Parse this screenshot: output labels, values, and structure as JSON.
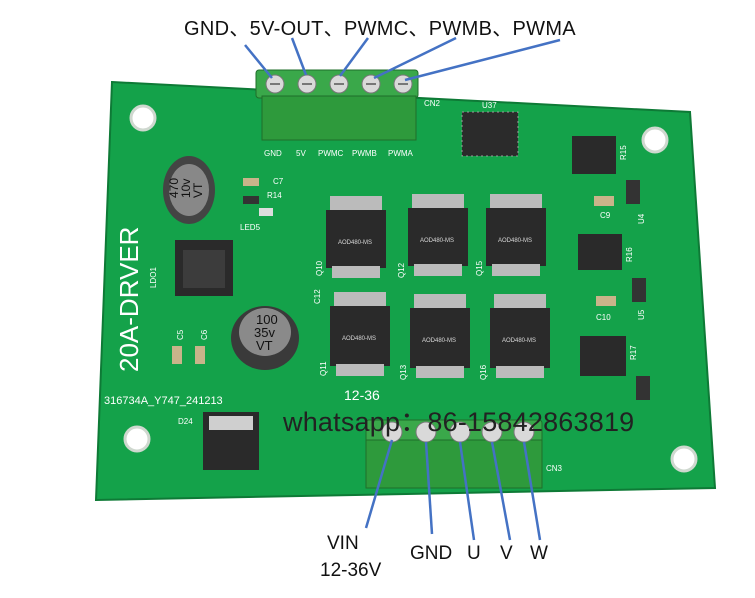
{
  "top_label_line": "GND、5V-OUT、PWMC、PWMB、PWMA",
  "board": {
    "title_silk": "20A-DRVER",
    "serial_silk": "316734A_Y747_241213",
    "cn2_pins": [
      "GND",
      "5V",
      "PWMC",
      "PWMB",
      "PWMA"
    ],
    "cn2_ref": "CN2",
    "cn3_ref": "CN3",
    "cn3_silk": "12-36",
    "ic_ref": "U37",
    "refs": [
      "C7",
      "R14",
      "LED5",
      "LDO1",
      "C5",
      "C6",
      "C12",
      "D24",
      "R15",
      "C9",
      "U4",
      "R16",
      "C10",
      "U5",
      "R17",
      "Q10",
      "Q11",
      "Q12",
      "Q13",
      "Q15",
      "Q16"
    ],
    "cap_small_text": [
      "470",
      "10v",
      "VT"
    ],
    "cap_large_text": [
      "100",
      "35v",
      "VT"
    ],
    "mosfet_text": "AOD480-MS"
  },
  "watermark": "whatsapp：86-15842863819",
  "bottom_labels": {
    "vin": "VIN",
    "vin_range": "12-36V",
    "gnd": "GND",
    "u": "U",
    "v": "V",
    "w": "W"
  },
  "colors": {
    "pcb": "#14a24a",
    "terminal": "#2e9a3c",
    "arrow": "#4472c4"
  }
}
